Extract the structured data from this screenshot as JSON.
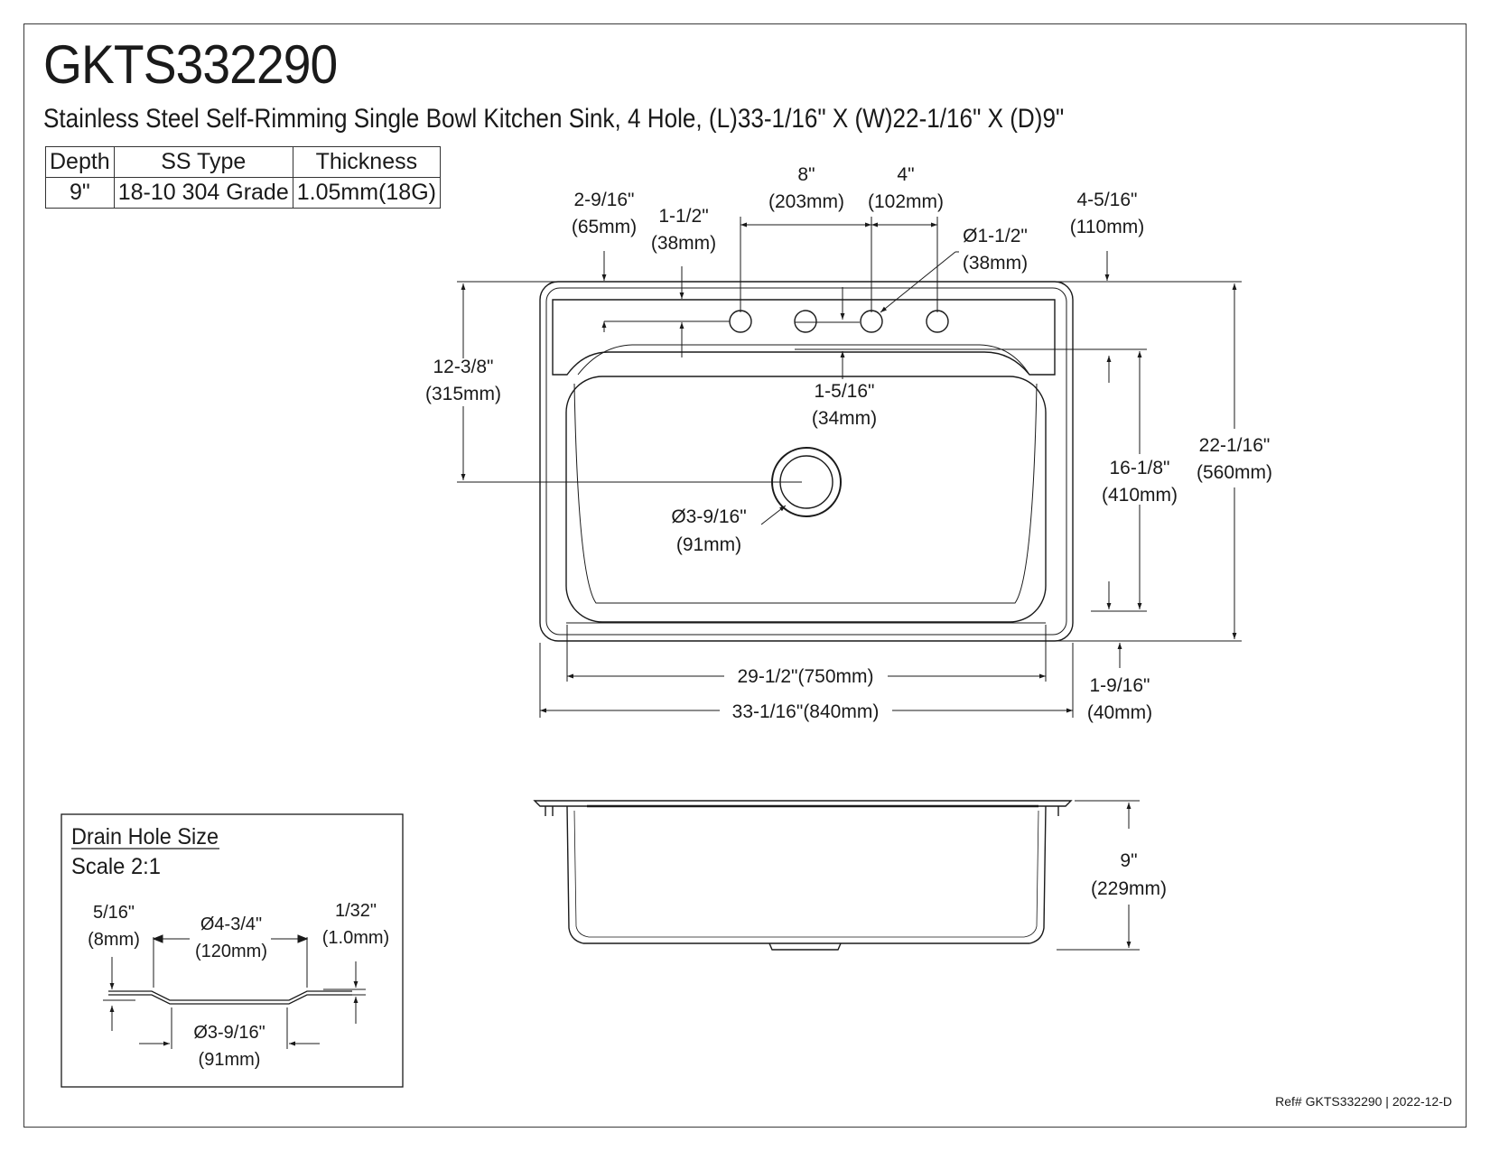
{
  "title": "GKTS332290",
  "subtitle": "Stainless Steel Self-Rimming Single Bowl Kitchen Sink, 4 Hole, (L)33-1/16\" X (W)22-1/16\" X (D)9\"",
  "spec_table": {
    "headers": [
      "Depth",
      "SS Type",
      "Thickness"
    ],
    "values": [
      "9\"",
      "18-10 304 Grade",
      "1.05mm(18G)"
    ]
  },
  "dimensions": {
    "hole_spacing_8": [
      "8\"",
      "(203mm)"
    ],
    "hole_spacing_4": [
      "4\"",
      "(102mm)"
    ],
    "left_offset": [
      "2-9/16\"",
      "(65mm)"
    ],
    "deck_hole_offset": [
      "1-1/2\"",
      "(38mm)"
    ],
    "right_offset": [
      "4-5/16\"",
      "(110mm)"
    ],
    "faucet_hole_dia": [
      "Ø1-1/2\"",
      "(38mm)"
    ],
    "front_to_drain": [
      "12-3/8\"",
      "(315mm)"
    ],
    "hole_to_bowl": [
      "1-5/16\"",
      "(34mm)"
    ],
    "overall_width": [
      "22-1/16\"",
      "(560mm)"
    ],
    "bowl_width": [
      "16-1/8\"",
      "(410mm)"
    ],
    "drain_dia": [
      "Ø3-9/16\"",
      "(91mm)"
    ],
    "bowl_length": "29-1/2\"(750mm)",
    "overall_length": "33-1/16\"(840mm)",
    "rear_rim": [
      "1-9/16\"",
      "(40mm)"
    ],
    "depth": [
      "9\"",
      "(229mm)"
    ]
  },
  "inset": {
    "title": "Drain Hole Size",
    "scale": "Scale 2:1",
    "flange_depth": [
      "5/16\"",
      "(8mm)"
    ],
    "outer_dia": [
      "Ø4-3/4\"",
      "(120mm)"
    ],
    "thickness": [
      "1/32\"",
      "(1.0mm)"
    ],
    "inner_dia": [
      "Ø3-9/16\"",
      "(91mm)"
    ]
  },
  "reference": "Ref# GKTS332290 | 2022-12-D"
}
